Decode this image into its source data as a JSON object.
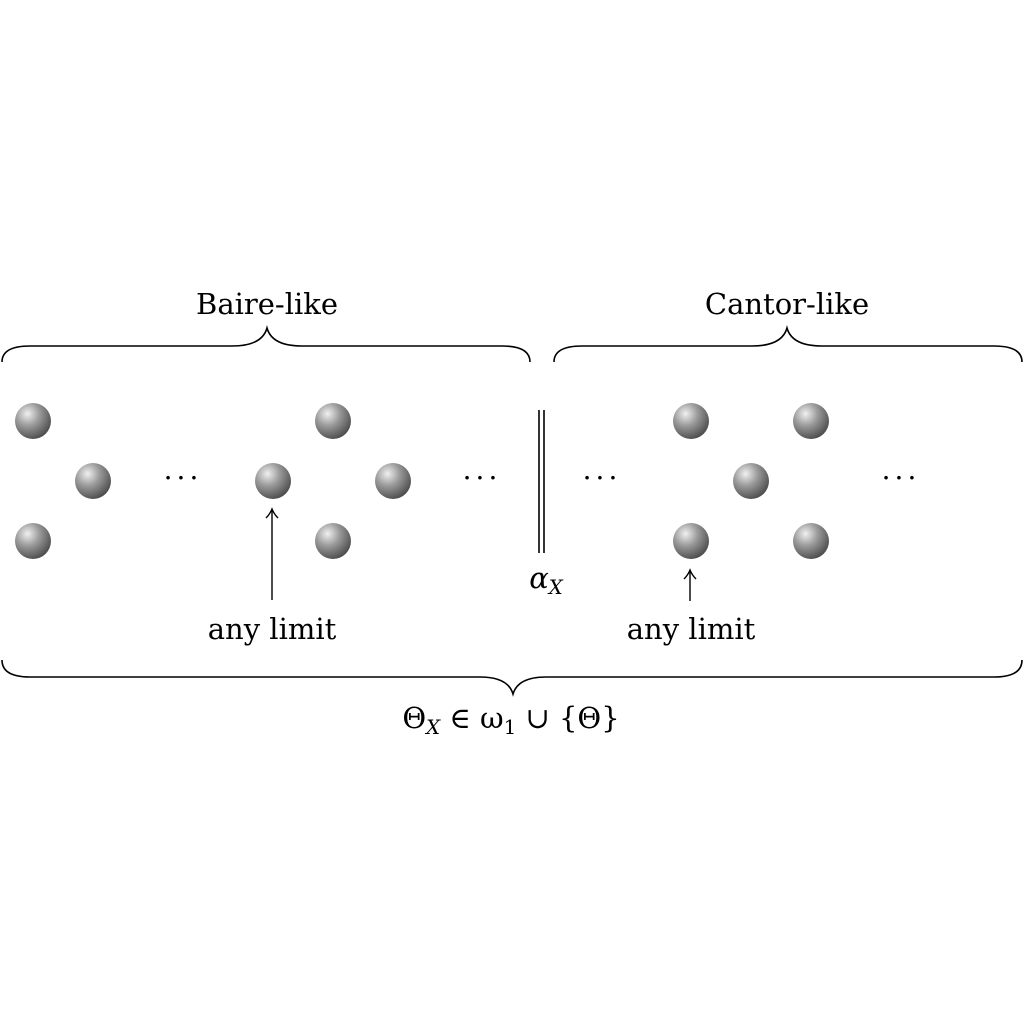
{
  "diagram": {
    "labels": {
      "baire": "Baire-like",
      "cantor": "Cantor-like",
      "any_limit_left": "any limit",
      "any_limit_right": "any limit",
      "ellipsis": "···"
    },
    "alpha": {
      "symbol": "α",
      "subscript": "X"
    },
    "theta": {
      "symbol": "Θ",
      "subscript": "X",
      "rest": "∈ ω",
      "omega_sub": "1",
      "tail": "∪ {Θ}"
    },
    "colors": {
      "stroke": "#000000",
      "ball_light": "#e6e6e6",
      "ball_dark": "#4d4d4d"
    }
  }
}
